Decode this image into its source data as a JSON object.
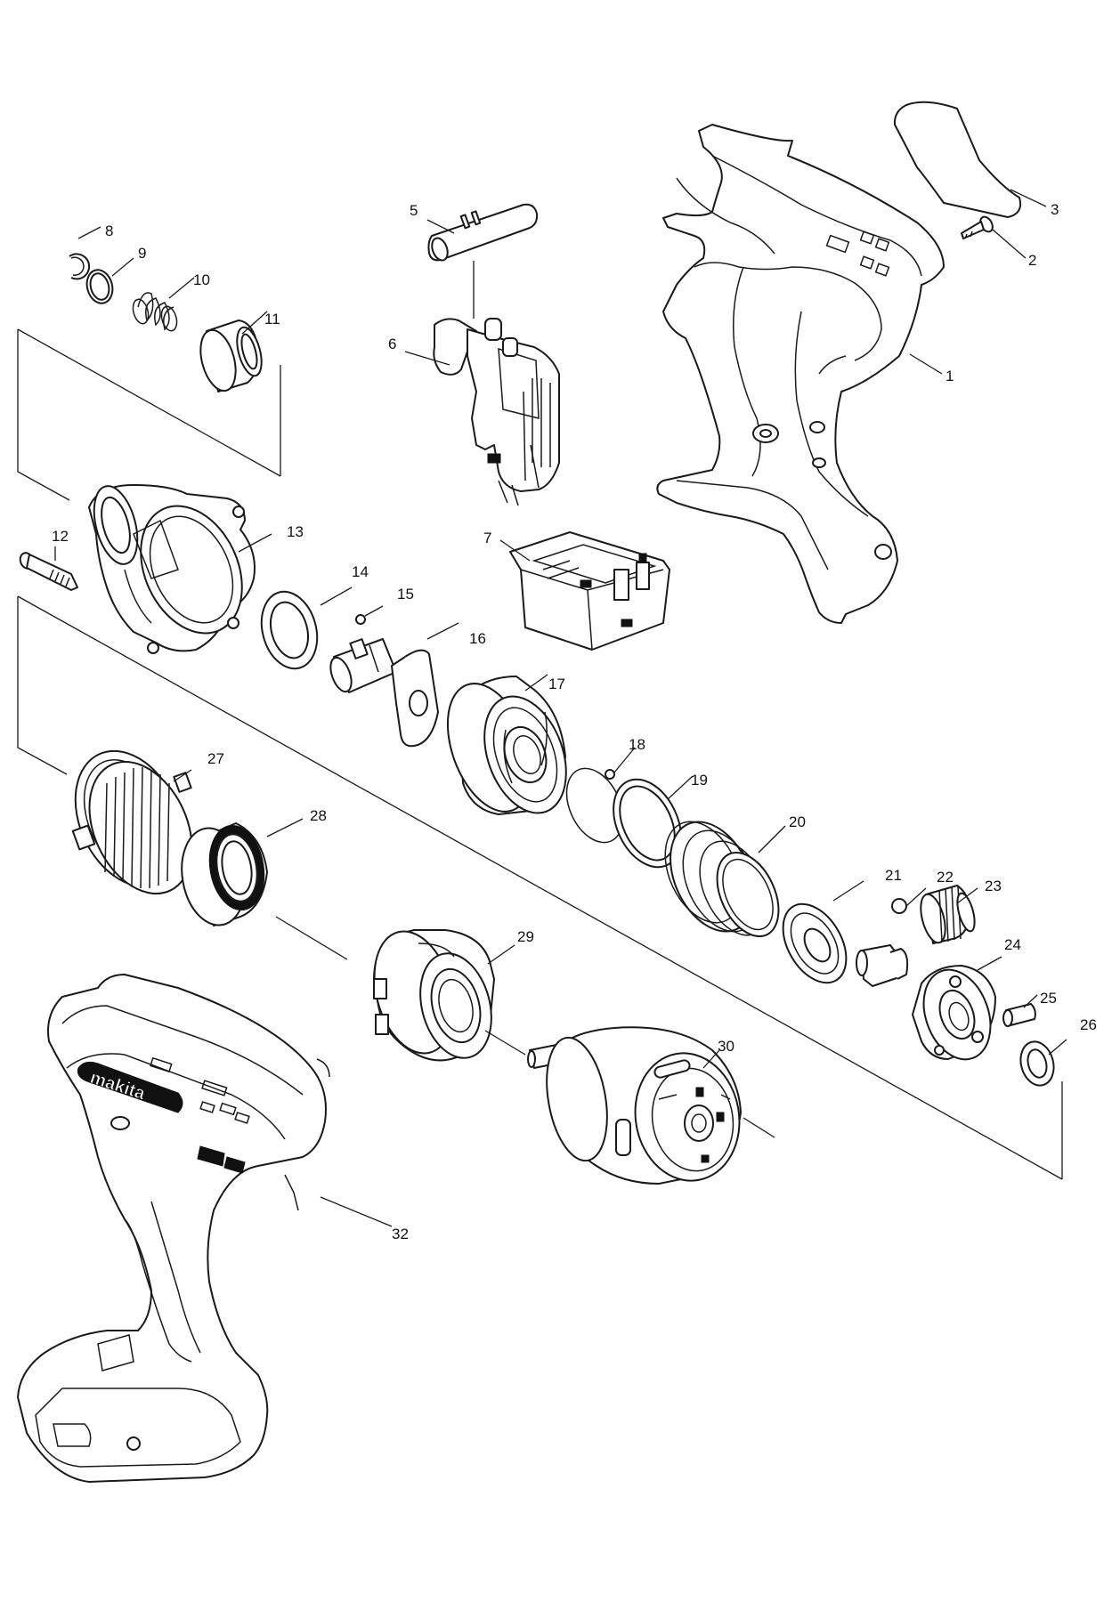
{
  "diagram": {
    "colors": {
      "line": "#1a1a1a",
      "background": "#ffffff"
    },
    "logo_text": "makita",
    "callouts": [
      {
        "id": "1",
        "text": "1"
      },
      {
        "id": "2",
        "text": "2"
      },
      {
        "id": "3",
        "text": "3"
      },
      {
        "id": "5",
        "text": "5"
      },
      {
        "id": "6",
        "text": "6"
      },
      {
        "id": "7",
        "text": "7"
      },
      {
        "id": "8",
        "text": "8"
      },
      {
        "id": "9",
        "text": "9"
      },
      {
        "id": "10",
        "text": "10"
      },
      {
        "id": "11",
        "text": "11"
      },
      {
        "id": "12",
        "text": "12"
      },
      {
        "id": "13",
        "text": "13"
      },
      {
        "id": "14",
        "text": "14"
      },
      {
        "id": "15",
        "text": "15"
      },
      {
        "id": "16",
        "text": "16"
      },
      {
        "id": "17",
        "text": "17"
      },
      {
        "id": "18",
        "text": "18"
      },
      {
        "id": "19",
        "text": "19"
      },
      {
        "id": "20",
        "text": "20"
      },
      {
        "id": "21",
        "text": "21"
      },
      {
        "id": "22",
        "text": "22"
      },
      {
        "id": "23",
        "text": "23"
      },
      {
        "id": "24",
        "text": "24"
      },
      {
        "id": "25",
        "text": "25"
      },
      {
        "id": "26",
        "text": "26"
      },
      {
        "id": "27",
        "text": "27"
      },
      {
        "id": "28",
        "text": "28"
      },
      {
        "id": "29",
        "text": "29"
      },
      {
        "id": "30",
        "text": "30"
      },
      {
        "id": "32",
        "text": "32"
      }
    ]
  }
}
